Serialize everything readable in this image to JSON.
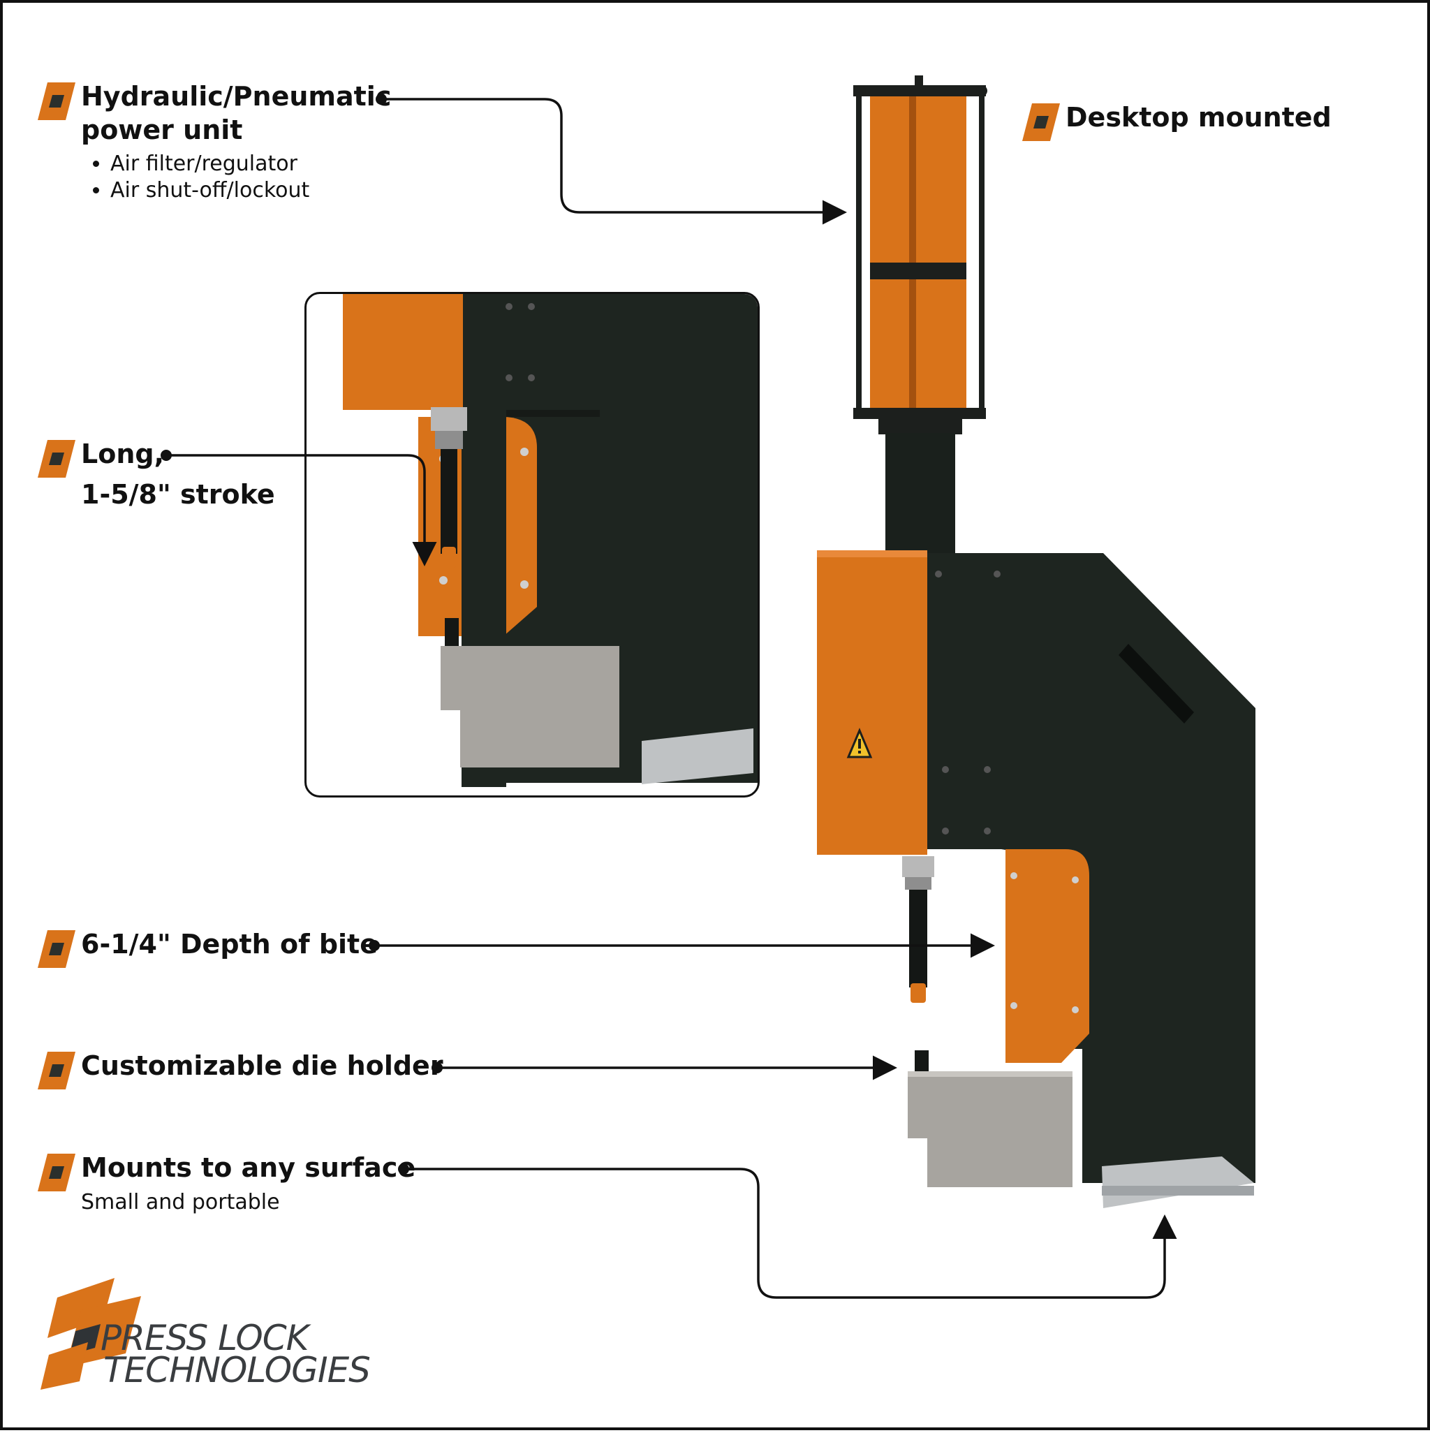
{
  "colors": {
    "accent": "#d9731a",
    "machine_dark": "#1e2520",
    "die_gray": "#a7a49f",
    "text": "#111111"
  },
  "features": {
    "power_unit": {
      "title_line1": "Hydraulic/Pneumatic",
      "title_line2": "power unit",
      "bullets": [
        "Air filter/regulator",
        "Air shut-off/lockout"
      ]
    },
    "mount": {
      "title": "Desktop mounted"
    },
    "stroke": {
      "title_line1": "Long,",
      "title_line2": "1-5/8\" stroke"
    },
    "depth": {
      "title": "6-1/4\" Depth of bite"
    },
    "die_holder": {
      "title": "Customizable die holder"
    },
    "surface": {
      "title": "Mounts to any surface",
      "subtitle": "Small and portable"
    }
  },
  "logo": {
    "line1": "PRESS LOCK",
    "line2": "TECHNOLOGIES",
    "icon": "press-lock-logo-mark"
  },
  "icons": {
    "feature": "orange-diamond-bullet-icon",
    "warning": "warning-triangle-icon"
  }
}
